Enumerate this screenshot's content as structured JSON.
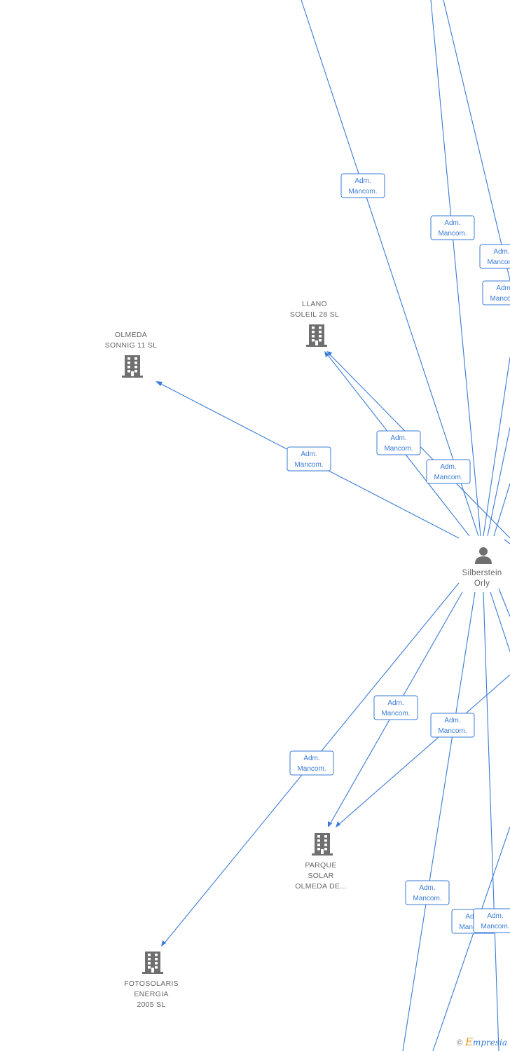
{
  "relation_label_line1": "Adm.",
  "relation_label_line2": "Mancom.",
  "nodes": {
    "person": {
      "line1": "Silberstein",
      "line2": "Orly"
    },
    "llano": {
      "line1": "LLANO",
      "line2": "SOLEIL 28 SL"
    },
    "olmeda": {
      "line1": "OLMEDA",
      "line2": "SONNIG 11 SL"
    },
    "parque": {
      "line1": "PARQUE",
      "line2": "SOLAR",
      "line3": "OLMEDA DE..."
    },
    "fotosolaris": {
      "line1": "FOTOSOLARIS",
      "line2": "ENERGIA",
      "line3": "2005 SL"
    }
  },
  "footer": {
    "copyright_symbol": "©",
    "brand_first": "E",
    "brand_rest": "mpresia"
  },
  "colors": {
    "edge": "#3a7bd5",
    "node_icon": "#6f6f6f",
    "label": "#666666",
    "brand_orange": "#e59a1a"
  }
}
